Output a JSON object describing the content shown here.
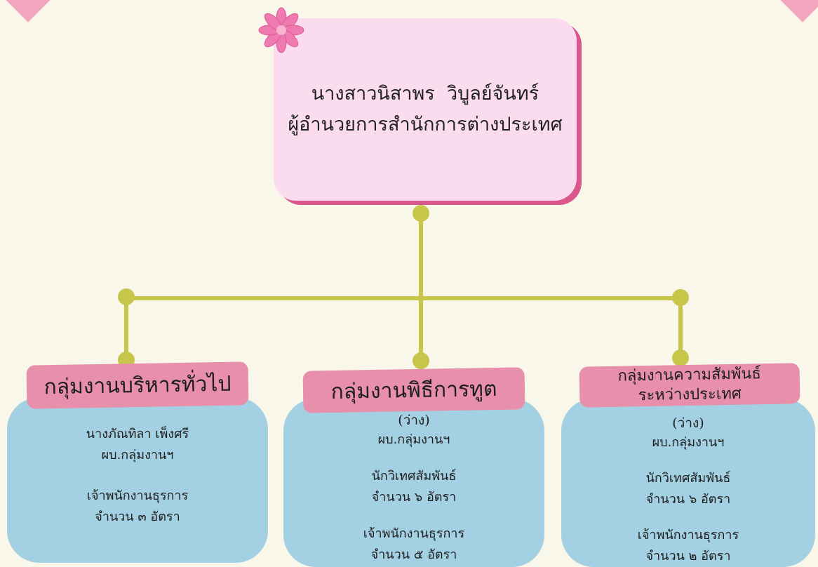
{
  "colors": {
    "background": "#f8f7ea",
    "line": "#c8c64a",
    "top_box": "#fbdcef",
    "top_box_shadow": "#d9578a",
    "header_pill": "#e890ab",
    "card": "#a3d0e2",
    "corner": "#f2a6bd"
  },
  "icons": {
    "flower": "pink-flower-icon"
  },
  "director": {
    "name": "นางสาวนิสาพร  วิบูลย์จันทร์",
    "position": "ผู้อำนวยการสำนักการต่างประเทศ"
  },
  "groups": [
    {
      "title": "กลุ่มงานบริหารทั่วไป",
      "head_name": "นางภัณทิลา เพ็งศรี",
      "head_role": "ผบ.กลุ่มงานฯ",
      "staff": [
        {
          "role": "เจ้าพนักงานธุรการ",
          "count": "จำนวน ๓ อัตรา"
        }
      ]
    },
    {
      "title": "กลุ่มงานพิธีการทูต",
      "head_name": "(ว่าง)",
      "head_role": "ผบ.กลุ่มงานฯ",
      "staff": [
        {
          "role": "นักวิเทศสัมพันธ์",
          "count": "จำนวน ๖ อัตรา"
        },
        {
          "role": "เจ้าพนักงานธุรการ",
          "count": "จำนวน ๕ อัตรา"
        }
      ]
    },
    {
      "title_line1": "กลุ่มงานความสัมพันธ์",
      "title_line2": "ระหว่างประเทศ",
      "head_name": "(ว่าง)",
      "head_role": "ผบ.กลุ่มงานฯ",
      "staff": [
        {
          "role": "นักวิเทศสัมพันธ์",
          "count": "จำนวน ๖ อัตรา"
        },
        {
          "role": "เจ้าพนักงานธุรการ",
          "count": "จำนวน ๒ อัตรา"
        }
      ]
    }
  ]
}
